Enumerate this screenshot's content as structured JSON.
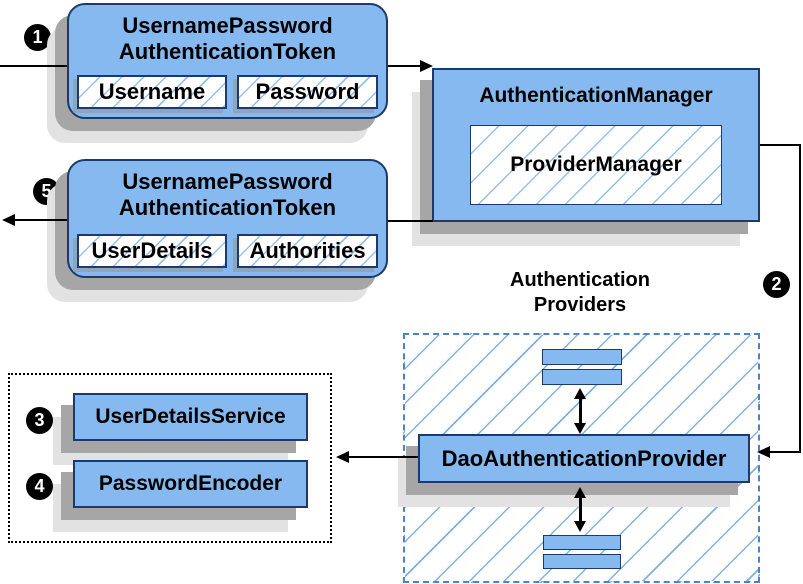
{
  "request_token": {
    "title": [
      "UsernamePassword",
      "AuthenticationToken"
    ],
    "fields": [
      "Username",
      "Password"
    ]
  },
  "auth_manager": {
    "title": "AuthenticationManager",
    "inner": "ProviderManager"
  },
  "response_token": {
    "title": [
      "UsernamePassword",
      "AuthenticationToken"
    ],
    "fields": [
      "UserDetails",
      "Authorities"
    ]
  },
  "providers": {
    "label": [
      "Authentication",
      "Providers"
    ],
    "dao": "DaoAuthenticationProvider"
  },
  "services": {
    "user_details_service": "UserDetailsService",
    "password_encoder": "PasswordEncoder"
  },
  "steps": {
    "s1": "1",
    "s2": "2",
    "s3": "3",
    "s4": "4",
    "s5": "5"
  },
  "colors": {
    "node_fill": "#85b9f0",
    "node_border": "#1c3a6b",
    "hatch_line": "#94c0ea",
    "hatch_line_lg": "#7fb2e2",
    "dashed_border": "#4d82c4",
    "shadow_dark": "#a6a6a6",
    "shadow_light": "#e2e2e2",
    "connector": "#000000",
    "badge_bg": "#000000",
    "badge_fg": "#ffffff"
  }
}
